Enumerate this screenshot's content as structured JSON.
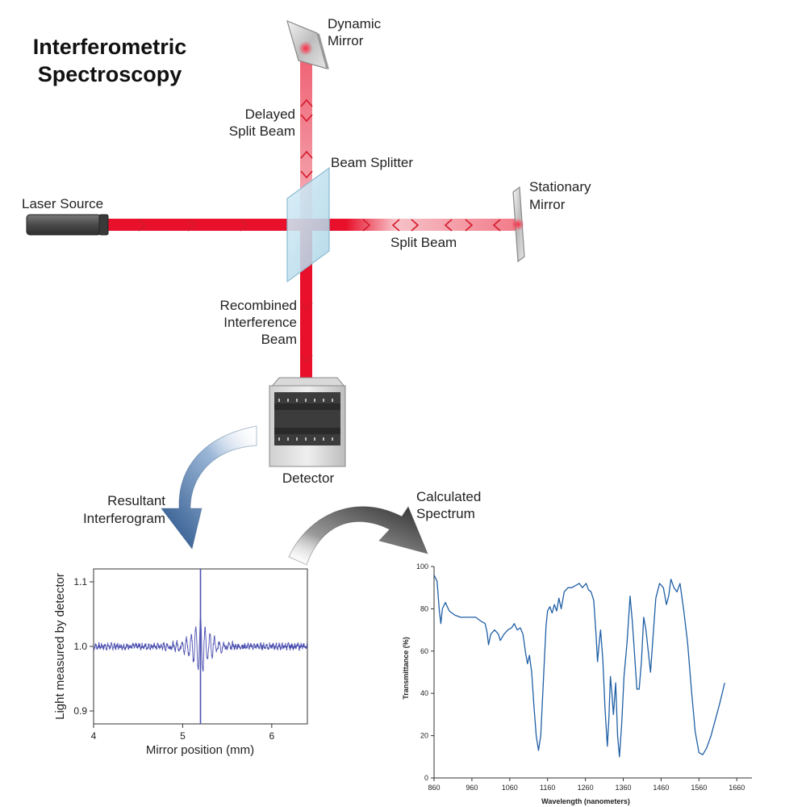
{
  "diagram": {
    "title_line1": "Interferometric",
    "title_line2": "Spectroscopy",
    "labels": {
      "dynamic_mirror_1": "Dynamic",
      "dynamic_mirror_2": "Mirror",
      "delayed_1": "Delayed",
      "delayed_2": "Split Beam",
      "beam_splitter": "Beam Splitter",
      "laser_source": "Laser Source",
      "stationary_1": "Stationary",
      "stationary_2": "Mirror",
      "split_beam": "Split Beam",
      "recombined_1": "Recombined",
      "recombined_2": "Interference",
      "recombined_3": "Beam",
      "detector": "Detector",
      "resultant_1": "Resultant",
      "resultant_2": "Interferogram",
      "calculated_1": "Calculated",
      "calculated_2": "Spectrum"
    },
    "colors": {
      "laser": "#e8102a",
      "beam_faded": "#f4a0aa",
      "splitter": "#bfe0ee",
      "arrow_blue": "#2f5f9a",
      "arrow_dark": "#3a3a3a"
    }
  },
  "chart_data": [
    {
      "type": "line",
      "name": "interferogram",
      "xlabel": "Mirror position (mm)",
      "ylabel": "Light measured by detector",
      "xlim": [
        4.0,
        6.4
      ],
      "ylim": [
        0.88,
        1.12
      ],
      "xticks": [
        "4",
        "5",
        "6"
      ],
      "yticks": [
        "0.9",
        "1.0",
        "1.1"
      ],
      "center_x": 5.2,
      "baseline": 1.0,
      "peak_min": 0.88,
      "peak_max": 1.12,
      "series_color": "#4b4fb0"
    },
    {
      "type": "line",
      "name": "spectrum",
      "xlabel": "Wavelength (nanometers)",
      "ylabel": "Transmittance (%)",
      "xlim": [
        860,
        1700
      ],
      "ylim": [
        0,
        100
      ],
      "xticks": [
        "860",
        "960",
        "1060",
        "1160",
        "1260",
        "1360",
        "1460",
        "1560",
        "1660"
      ],
      "yticks": [
        "0",
        "20",
        "40",
        "60",
        "80",
        "100"
      ],
      "series_color": "#1f5fa5",
      "points": [
        [
          860,
          96
        ],
        [
          868,
          93
        ],
        [
          874,
          79
        ],
        [
          878,
          73
        ],
        [
          882,
          80
        ],
        [
          890,
          83
        ],
        [
          900,
          79
        ],
        [
          915,
          77
        ],
        [
          930,
          76
        ],
        [
          950,
          76
        ],
        [
          970,
          76
        ],
        [
          985,
          74
        ],
        [
          995,
          73
        ],
        [
          1000,
          69
        ],
        [
          1004,
          63
        ],
        [
          1010,
          68
        ],
        [
          1020,
          70
        ],
        [
          1030,
          68
        ],
        [
          1035,
          65
        ],
        [
          1045,
          68
        ],
        [
          1055,
          70
        ],
        [
          1065,
          71
        ],
        [
          1072,
          73
        ],
        [
          1080,
          70
        ],
        [
          1088,
          71
        ],
        [
          1095,
          68
        ],
        [
          1102,
          59
        ],
        [
          1107,
          54
        ],
        [
          1112,
          58
        ],
        [
          1118,
          50
        ],
        [
          1124,
          34
        ],
        [
          1130,
          20
        ],
        [
          1136,
          13
        ],
        [
          1142,
          20
        ],
        [
          1150,
          50
        ],
        [
          1156,
          72
        ],
        [
          1160,
          79
        ],
        [
          1166,
          81
        ],
        [
          1172,
          78
        ],
        [
          1178,
          82
        ],
        [
          1184,
          79
        ],
        [
          1190,
          85
        ],
        [
          1196,
          80
        ],
        [
          1204,
          88
        ],
        [
          1214,
          90
        ],
        [
          1224,
          90
        ],
        [
          1234,
          91
        ],
        [
          1244,
          92
        ],
        [
          1252,
          90
        ],
        [
          1262,
          92
        ],
        [
          1268,
          89
        ],
        [
          1275,
          88
        ],
        [
          1282,
          84
        ],
        [
          1288,
          68
        ],
        [
          1292,
          55
        ],
        [
          1296,
          63
        ],
        [
          1300,
          70
        ],
        [
          1306,
          56
        ],
        [
          1312,
          32
        ],
        [
          1318,
          15
        ],
        [
          1322,
          28
        ],
        [
          1326,
          48
        ],
        [
          1330,
          40
        ],
        [
          1334,
          30
        ],
        [
          1340,
          45
        ],
        [
          1345,
          20
        ],
        [
          1350,
          10
        ],
        [
          1356,
          26
        ],
        [
          1362,
          48
        ],
        [
          1370,
          64
        ],
        [
          1378,
          86
        ],
        [
          1384,
          74
        ],
        [
          1390,
          58
        ],
        [
          1396,
          42
        ],
        [
          1402,
          42
        ],
        [
          1408,
          55
        ],
        [
          1414,
          76
        ],
        [
          1420,
          70
        ],
        [
          1426,
          60
        ],
        [
          1432,
          50
        ],
        [
          1438,
          65
        ],
        [
          1446,
          85
        ],
        [
          1456,
          92
        ],
        [
          1466,
          90
        ],
        [
          1474,
          82
        ],
        [
          1480,
          86
        ],
        [
          1486,
          94
        ],
        [
          1494,
          90
        ],
        [
          1502,
          88
        ],
        [
          1510,
          92
        ],
        [
          1520,
          79
        ],
        [
          1530,
          64
        ],
        [
          1540,
          42
        ],
        [
          1550,
          22
        ],
        [
          1560,
          12
        ],
        [
          1570,
          11
        ],
        [
          1580,
          14
        ],
        [
          1592,
          20
        ],
        [
          1604,
          28
        ],
        [
          1616,
          36
        ],
        [
          1628,
          45
        ]
      ]
    }
  ]
}
